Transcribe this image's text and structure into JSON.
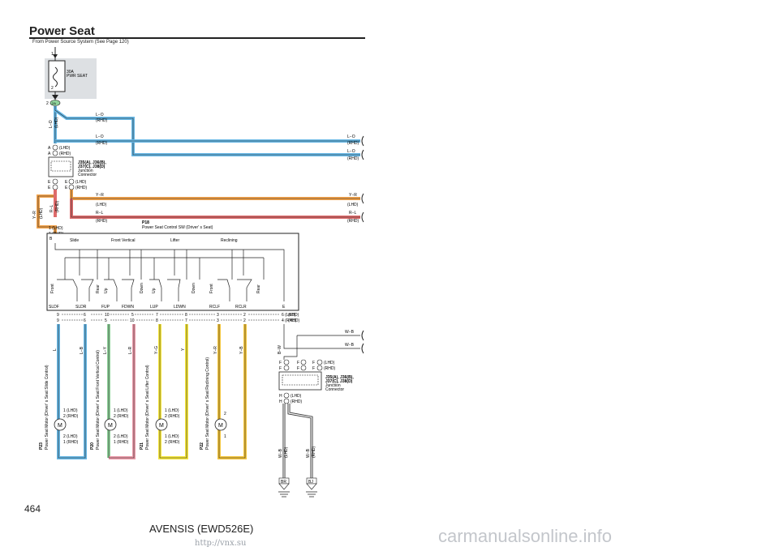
{
  "page": {
    "title": "Power Seat",
    "subtitle": "From Power Source System (See Page 120)",
    "page_number": "464",
    "footer": "AVENSIS (EWD526E)",
    "url_mark": "http://vnx.su",
    "watermark": "carmanualsonline.info"
  },
  "fuse": {
    "rating": "30A",
    "name": "PWR SEAT",
    "pin_top": "1",
    "pin_bottom": "2",
    "connector": "2",
    "connector_code": "2A"
  },
  "jc1": {
    "line1": "J35(A), J36(B),",
    "line2": "J37(C), J38(D)",
    "line3": "Junction",
    "line4": "Connector"
  },
  "jc2": {
    "line1": "J35(A), J36(B),",
    "line2": "J37(C), J38(D)",
    "line3": "Junction",
    "line4": "Connector"
  },
  "switch": {
    "code": "P18",
    "name": "Power Seat Control SW (Driver' s Seat)",
    "pin_B": "B",
    "b_lhd": "1 (LHD)",
    "b_rhd": "1 (RHD)",
    "groups": [
      "Slide",
      "Front Vertical",
      "Lifter",
      "Reclining"
    ],
    "directions": [
      "Front",
      "Rear",
      "Up",
      "Down",
      "Up",
      "Down",
      "Front",
      "Rear"
    ],
    "terminals": [
      "SLDF",
      "SLDR",
      "FUP",
      "FDWN",
      "LUP",
      "LDWN",
      "RCLF",
      "RCLR",
      "E"
    ],
    "pins_lhd": [
      "9",
      "6",
      "10",
      "5",
      "7",
      "8",
      "3",
      "2",
      "6 (LHD)"
    ],
    "pins_rhd": [
      "9",
      "6",
      "5",
      "10",
      "8",
      "7",
      "3",
      "2",
      "4 (RHD)"
    ]
  },
  "wires": {
    "L_O": "L−O",
    "R_L": "R−L",
    "Y_R": "Y−R",
    "W_B": "W−B",
    "L": "L",
    "L_B": "L−B",
    "L_Y": "L−Y",
    "L_R": "L−R",
    "Y_G": "Y−G",
    "Y": "Y",
    "Y_R2": "Y−R",
    "Y_B": "Y−B",
    "B_W": "B−W",
    "LHD": "(LHD)",
    "RHD": "(RHD)"
  },
  "motors": [
    {
      "code": "P23",
      "name": "Power Seat Motor (Driver' s Seat Slide Control)"
    },
    {
      "code": "P20",
      "name": "Power Seat Motor (Driver' s Seat Front Vertical Control)"
    },
    {
      "code": "P21",
      "name": "Power Seat Motor (Driver' s Seat Lifter Control)"
    },
    {
      "code": "P22",
      "name": "Power Seat Motor (Driver' s Seat Reclining Control)"
    }
  ],
  "grounds": [
    "BR",
    "BJ"
  ],
  "colors": {
    "blue": "#66b7e5",
    "green": "#8fd29a",
    "red": "#de6b6b",
    "orange": "#f3a24a",
    "yellow": "#f5e63c",
    "pink": "#ec9aa9",
    "gray": "#a7a9ac",
    "fuse_bg": "#dde0e3"
  }
}
